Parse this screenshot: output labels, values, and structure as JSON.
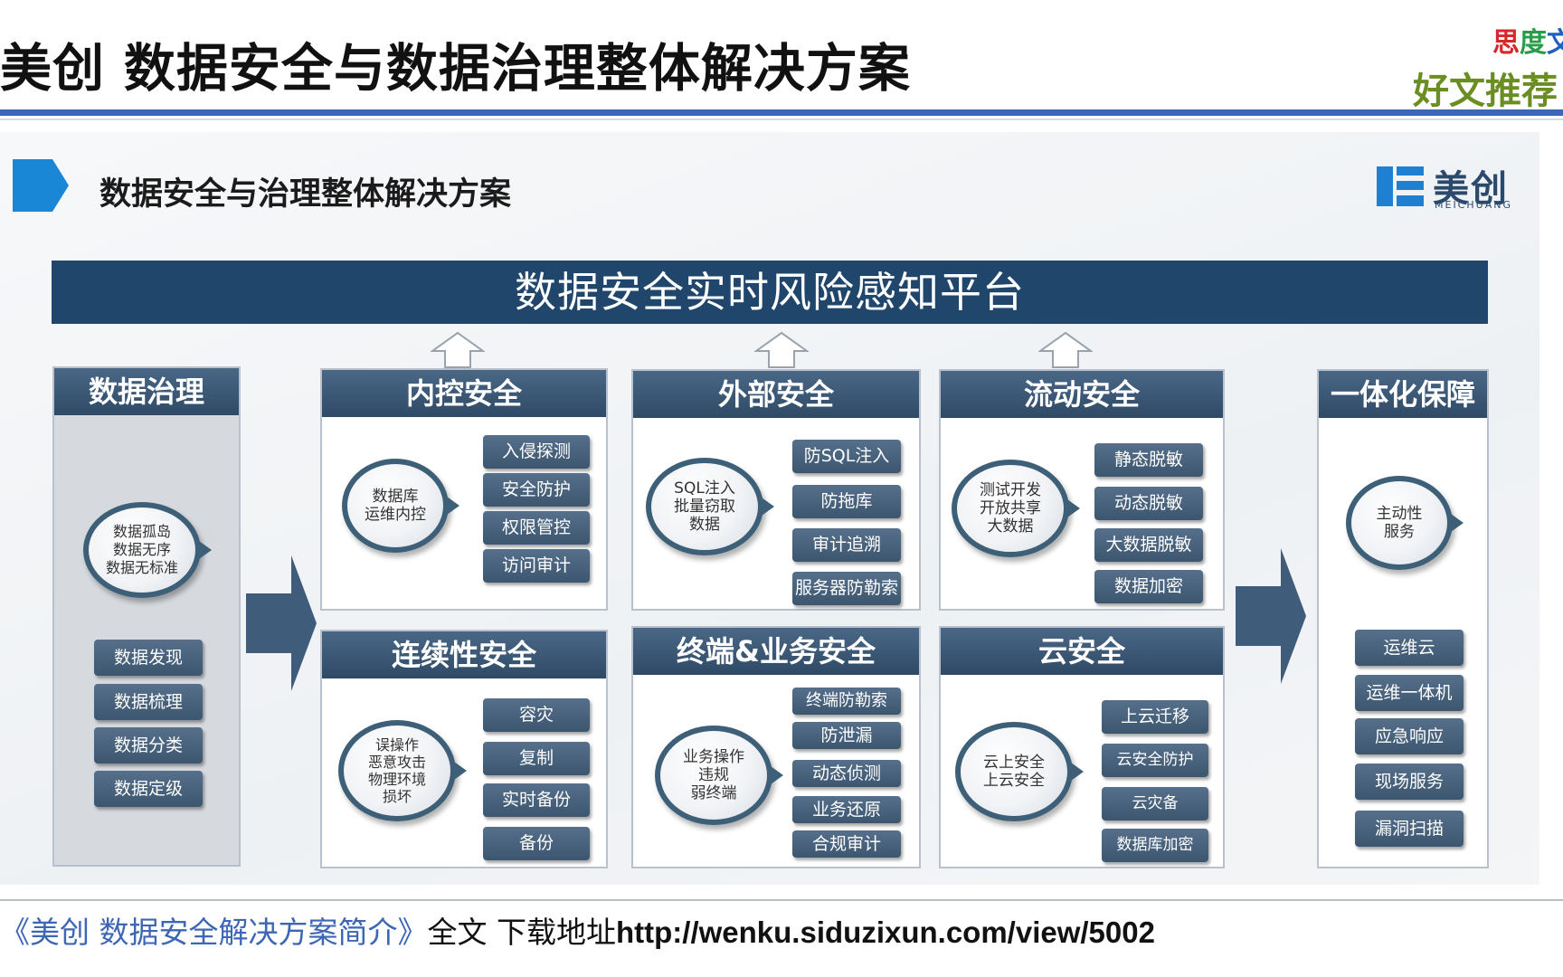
{
  "header": {
    "title": "美创 数据安全与数据治理整体解决方案",
    "brand_top": [
      "思",
      "度",
      "文"
    ],
    "brand_sub": "好文推荐"
  },
  "slide": {
    "title": "数据安全与治理整体解决方案",
    "logo_text": "美创",
    "logo_sub": "MEICHUANG",
    "platform": "数据安全实时风险感知平台",
    "data_governance": {
      "title": "数据治理",
      "bubble": "数据孤岛\n数据无序\n数据无标准",
      "items": [
        "数据发现",
        "数据梳理",
        "数据分类",
        "数据定级"
      ]
    },
    "panels": [
      {
        "title": "内控安全",
        "bubble": "数据库\n运维内控",
        "items": [
          "入侵探测",
          "安全防护",
          "权限管控",
          "访问审计"
        ]
      },
      {
        "title": "外部安全",
        "bubble": "SQL注入\n批量窃取\n数据",
        "items": [
          "防SQL注入",
          "防拖库",
          "审计追溯",
          "服务器防勒索"
        ]
      },
      {
        "title": "流动安全",
        "bubble": "测试开发\n开放共享\n大数据",
        "items": [
          "静态脱敏",
          "动态脱敏",
          "大数据脱敏",
          "数据加密"
        ]
      },
      {
        "title": "连续性安全",
        "bubble": "误操作\n恶意攻击\n物理环境\n损坏",
        "items": [
          "容灾",
          "复制",
          "实时备份",
          "备份"
        ]
      },
      {
        "title": "终端&业务安全",
        "bubble": "业务操作\n违规\n弱终端",
        "items": [
          "终端防勒索",
          "防泄漏",
          "动态侦测",
          "业务还原",
          "合规审计"
        ]
      },
      {
        "title": "云安全",
        "bubble": "云上安全\n上云安全",
        "items": [
          "上云迁移",
          "云安全防护",
          "云灾备",
          "数据库加密"
        ]
      }
    ],
    "integration": {
      "title": "一体化保障",
      "bubble": "主动性\n服务",
      "items": [
        "运维云",
        "运维一体机",
        "应急响应",
        "现场服务",
        "漏洞扫描"
      ]
    }
  },
  "footer": {
    "prefix": "《美创 数据安全解决方案简介》",
    "middle": "全文 下载地址",
    "url": "http://wenku.siduzixun.com/view/5002"
  },
  "colors": {
    "rule": "#3d66b5",
    "platform_bg": "#20466b",
    "chip": "#4a6580",
    "brand_green": "#6b8e23"
  }
}
